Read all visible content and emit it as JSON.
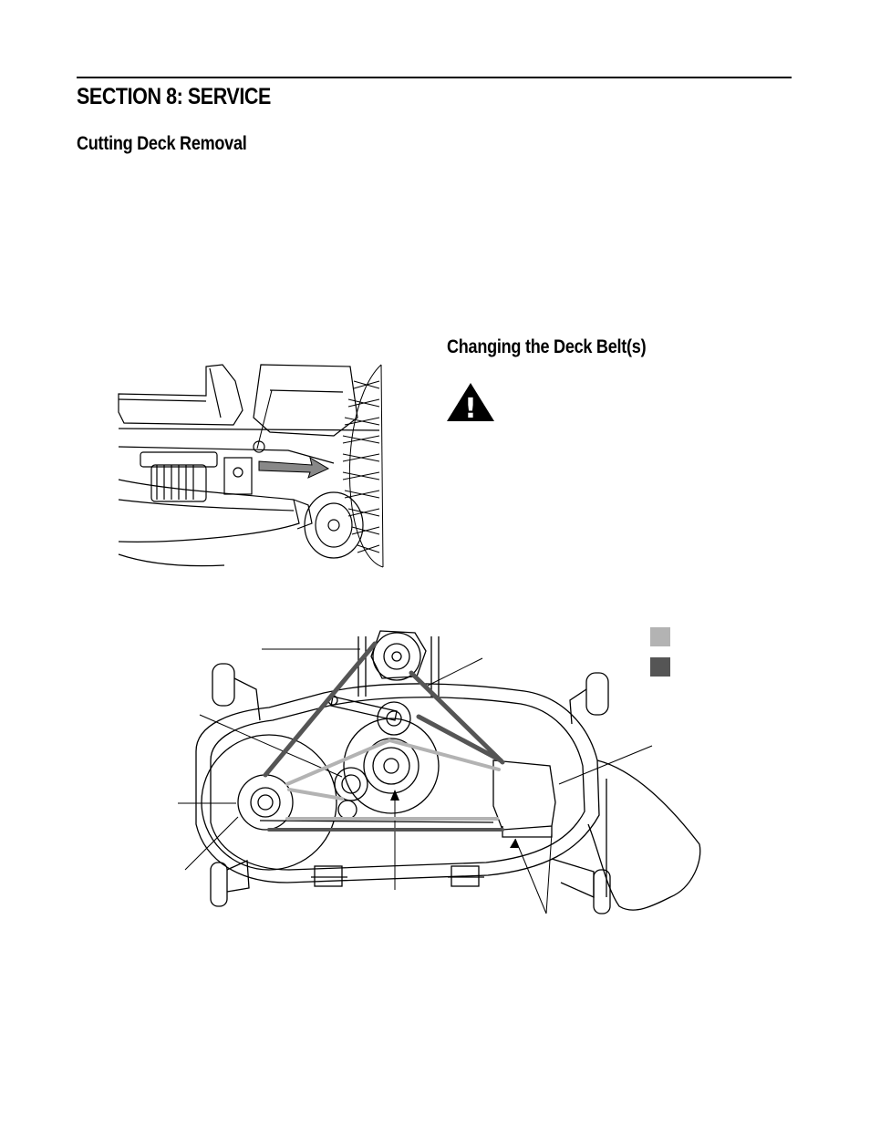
{
  "page": {
    "section_title": "SECTION 8:  SERVICE",
    "subsection_removal": "Cutting Deck Removal",
    "subsection_belt": "Changing the Deck Belt(s)"
  },
  "icons": {
    "warning": "warning-triangle-icon",
    "warning_mark": "!"
  },
  "legend": {
    "light_color": "#b3b3b3",
    "dark_color": "#555555"
  }
}
